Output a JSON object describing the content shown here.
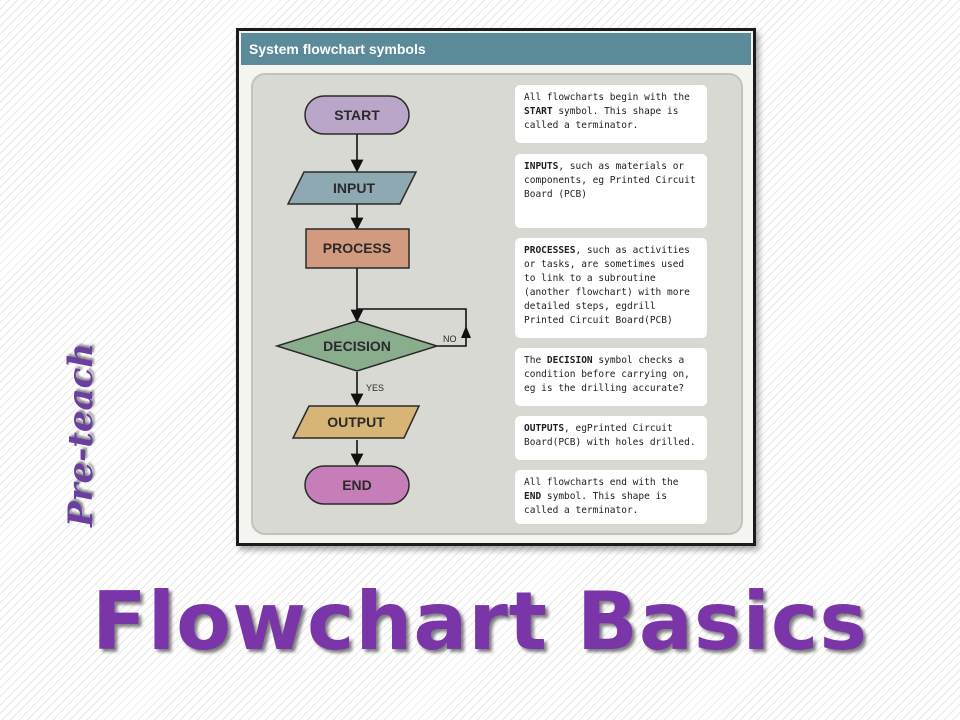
{
  "panel": {
    "title": "System flowchart symbols"
  },
  "flowchart": {
    "nodes": {
      "start": "START",
      "input": "INPUT",
      "process": "PROCESS",
      "decision": "DECISION",
      "output": "OUTPUT",
      "end": "END"
    },
    "edges": {
      "no_label": "NO",
      "yes_label": "YES"
    },
    "colors": {
      "terminator_start": "#b9a6c9",
      "input": "#8ea9b1",
      "process": "#d29a7f",
      "decision": "#8aad8e",
      "output": "#d6b576",
      "terminator_end": "#c57eb7"
    }
  },
  "descriptions": {
    "start": {
      "pre": "All flowcharts begin with the ",
      "kw": "START",
      "post": " symbol. This shape is called a terminator."
    },
    "input": {
      "pre": "",
      "kw": "INPUTS",
      "post": ", such as materials or components, eg Printed Circuit Board (PCB)"
    },
    "process": {
      "pre": "",
      "kw": "PROCESSES",
      "post": ", such as activities or tasks, are sometimes used to link to a subroutine (another flowchart) with more detailed steps, egdrill Printed Circuit Board(PCB)"
    },
    "decision": {
      "pre": "The ",
      "kw": "DECISION",
      "post": " symbol checks a condition before carrying on, eg is the drilling accurate?"
    },
    "output": {
      "pre": "",
      "kw": "OUTPUTS",
      "post": ", egPrinted Circuit Board(PCB) with holes drilled."
    },
    "end": {
      "pre": "All flowcharts end with the ",
      "kw": "END",
      "post": " symbol. This shape is called a terminator."
    }
  },
  "side_label": "Pre-teach",
  "title": "Flowchart Basics"
}
